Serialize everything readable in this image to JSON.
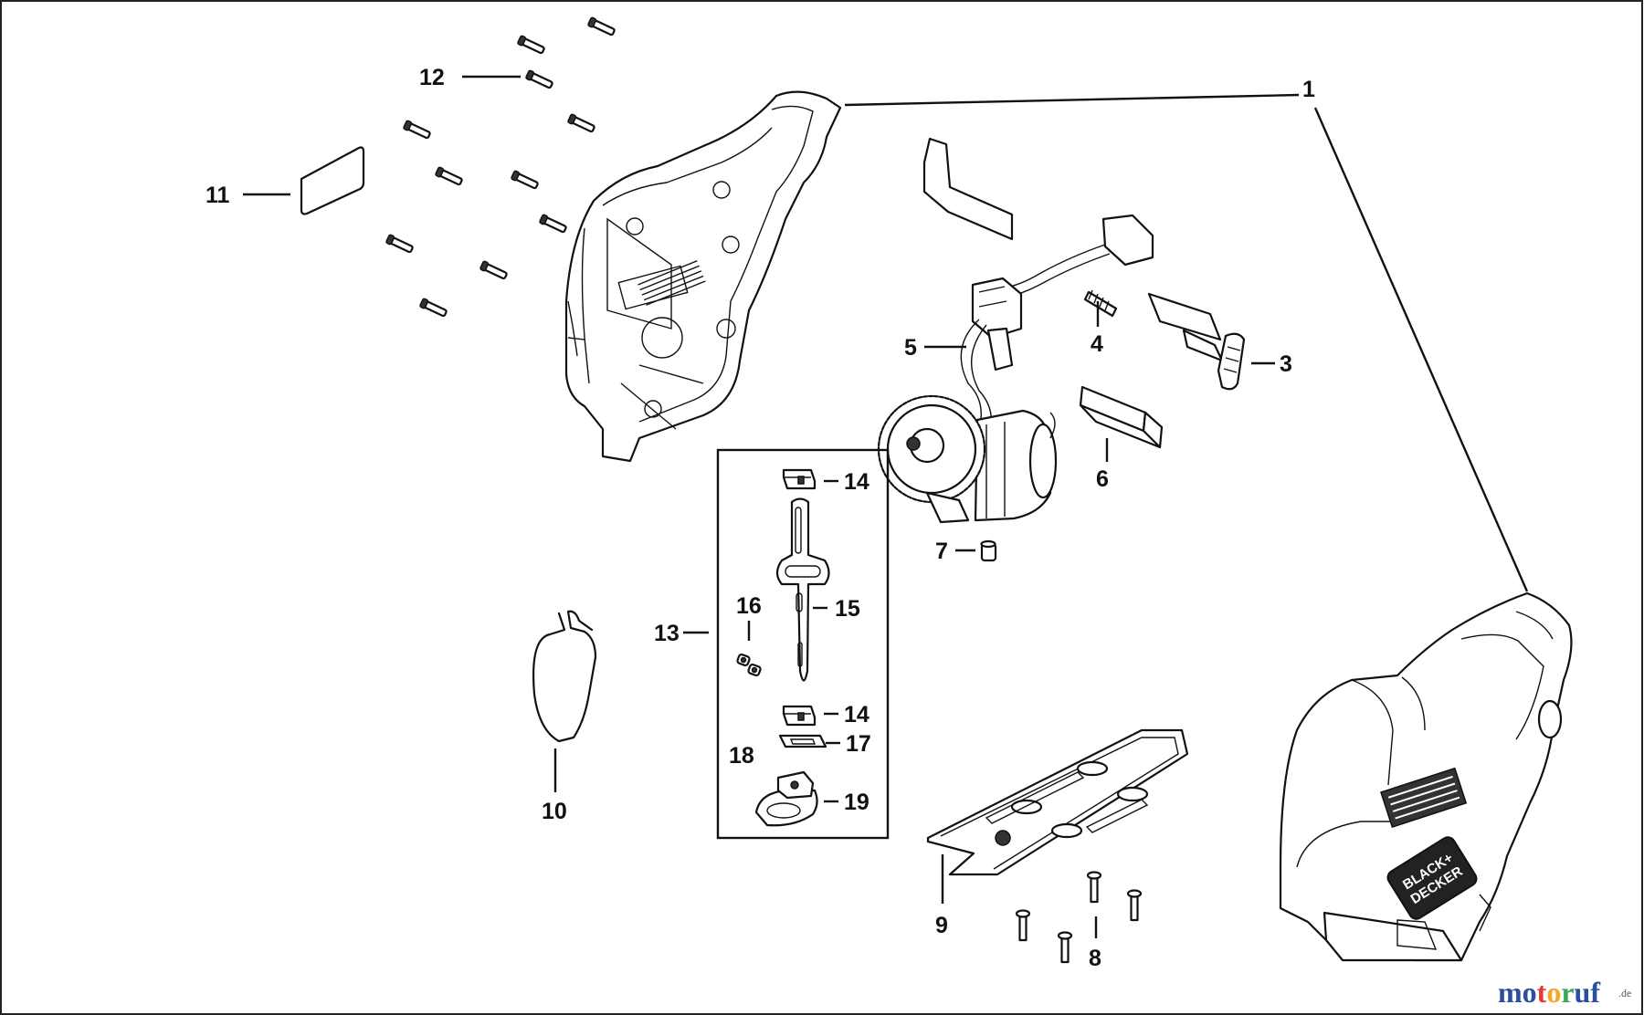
{
  "callouts": {
    "c1": "1",
    "c3": "3",
    "c4": "4",
    "c5": "5",
    "c6": "6",
    "c7": "7",
    "c8": "8",
    "c9": "9",
    "c10": "10",
    "c11": "11",
    "c12": "12",
    "c13": "13",
    "c14a": "14",
    "c14b": "14",
    "c15": "15",
    "c16": "16",
    "c17": "17",
    "c18": "18",
    "c19": "19"
  },
  "logo": {
    "brand_line1": "BLACK+",
    "brand_line2": "DECKER"
  },
  "watermark": {
    "letters": [
      "m",
      "o",
      "t",
      "o",
      "r",
      "u",
      "f"
    ],
    "letter_colors": [
      "#2b4ea2",
      "#2b4ea2",
      "#e53a2f",
      "#f5a623",
      "#3aa655",
      "#2b4ea2",
      "#2b4ea2"
    ],
    "suffix": ".de"
  }
}
